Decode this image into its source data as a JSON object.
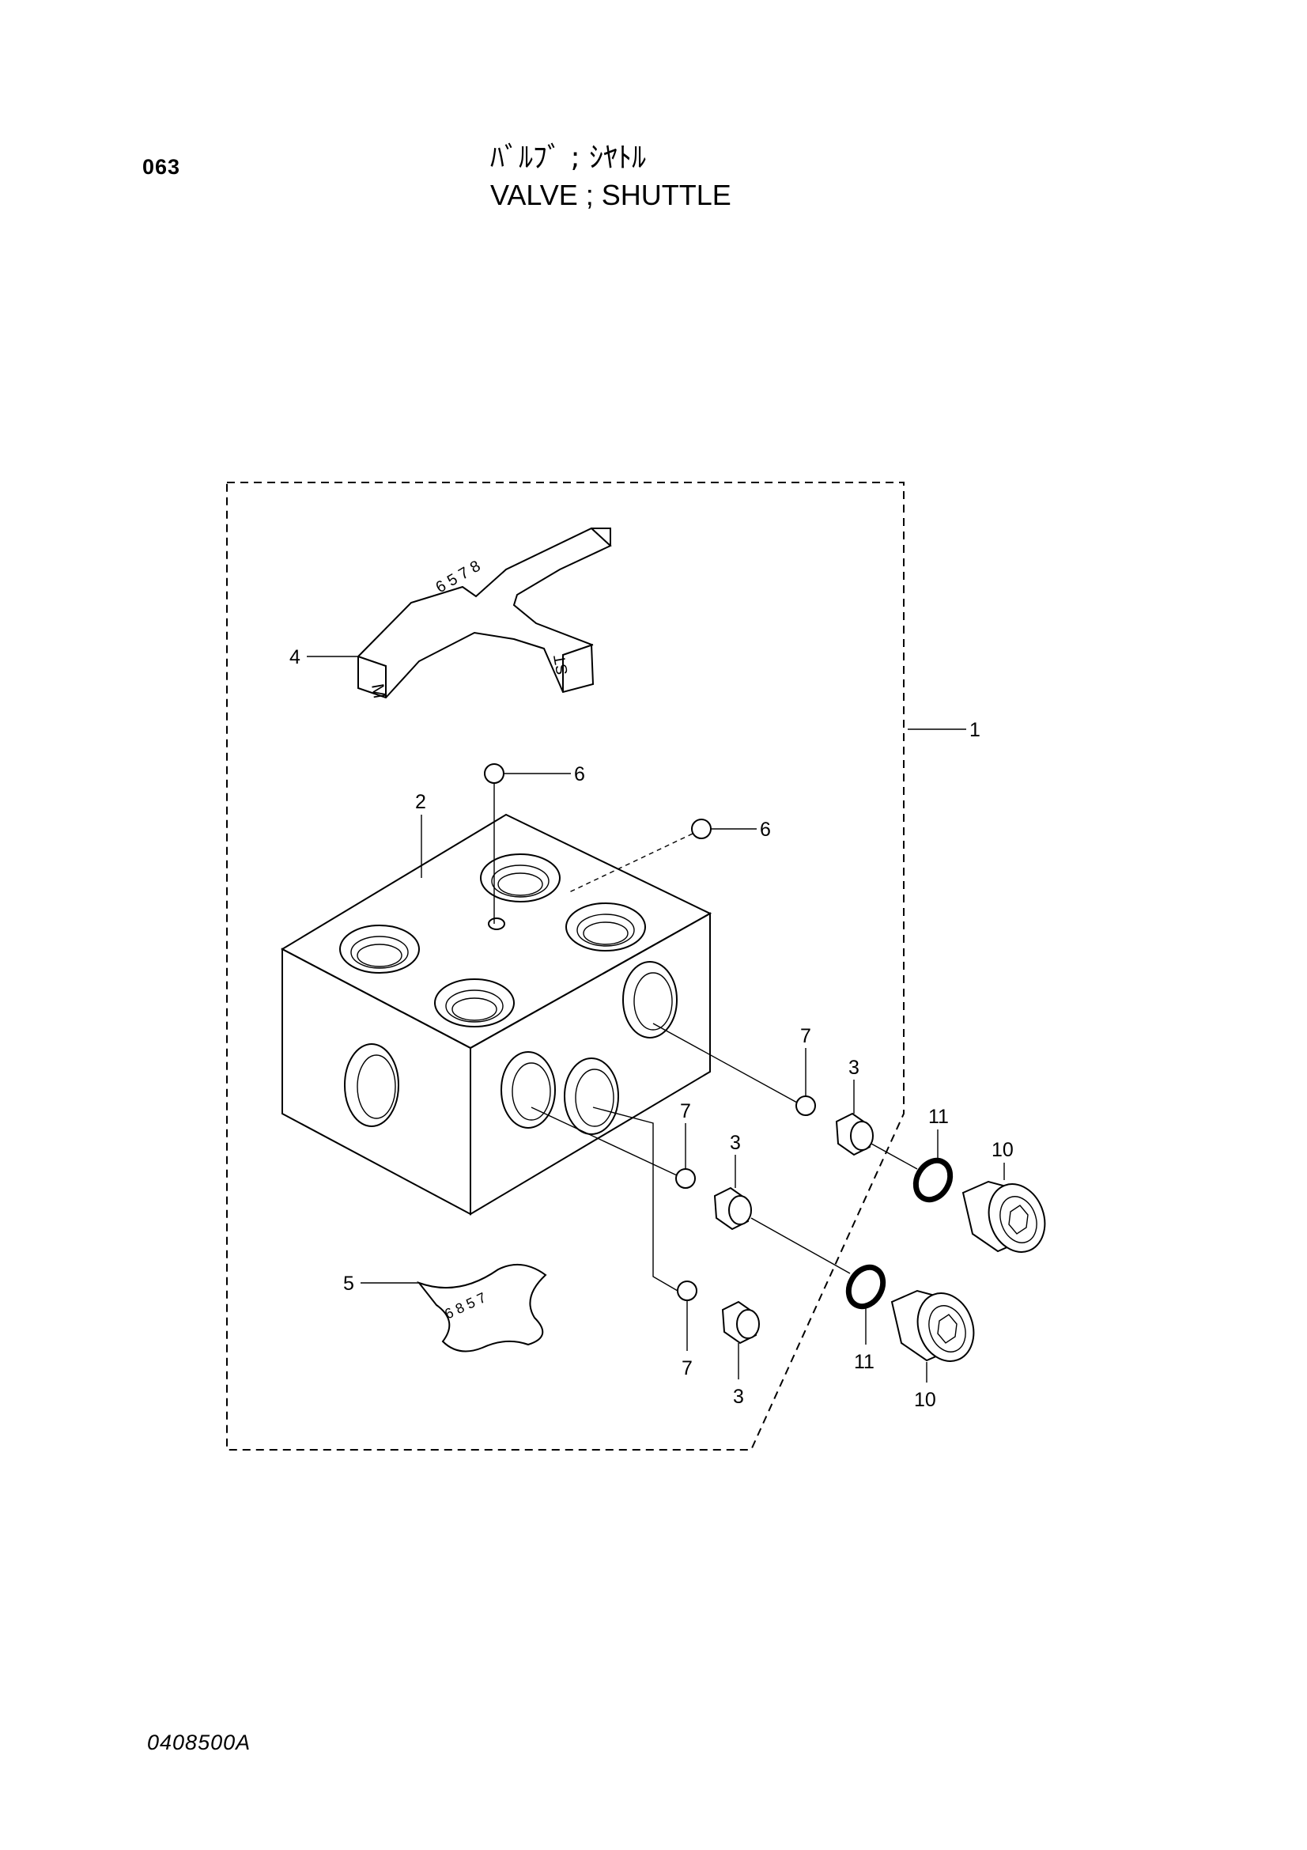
{
  "page": {
    "code": "063",
    "title_jp": "ﾊﾞﾙﾌﾞ ; ｼﾔﾄﾙ",
    "title_en": "VALVE ; SHUTTLE",
    "doc_code": "0408500A"
  },
  "callouts": {
    "c1": "1",
    "c2": "2",
    "c3a": "3",
    "c3b": "3",
    "c3c": "3",
    "c4": "4",
    "c5": "5",
    "c6a": "6",
    "c6b": "6",
    "c7a": "7",
    "c7b": "7",
    "c7c": "7",
    "c10a": "10",
    "c10b": "10",
    "c11a": "11",
    "c11b": "11"
  },
  "stamps": {
    "bracket_left_mark": "M",
    "bracket_right_mark": "ST",
    "bracket_marks": "6 5 7 8",
    "plate_marks": "6 8 5 7"
  }
}
